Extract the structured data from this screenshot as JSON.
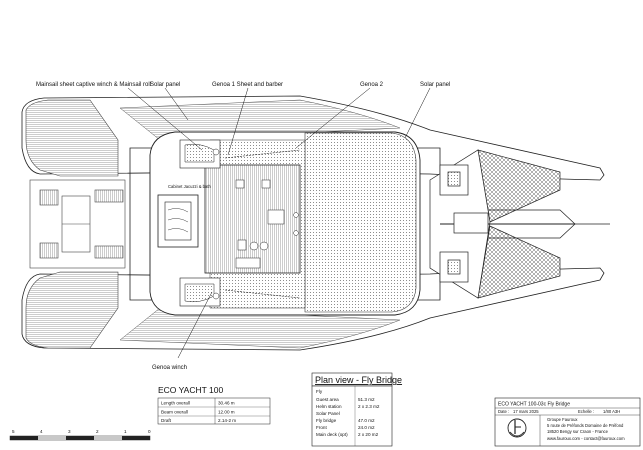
{
  "callouts": {
    "mainsail": "Mainsail sheet captive winch & Mainsail roll",
    "solar_left": "Solar panel",
    "genoa1": "Genoa 1 Sheet and barber",
    "genoa2": "Genoa 2",
    "solar_right": "Solar panel",
    "genoa_winch": "Genoa winch",
    "cabinet_note": "Cabinet Jacuzzi & bath"
  },
  "title": "ECO YACHT 100",
  "dimensions": [
    {
      "label": "Length overall",
      "value": "30.46 m"
    },
    {
      "label": "Beam overall",
      "value": "12.00 m"
    },
    {
      "label": "Draft",
      "value": "2.14-2 m"
    }
  ],
  "plan_view": {
    "title": "Plan view - Fly Bridge",
    "section": "Fly",
    "rows": [
      {
        "label": "Guest area",
        "value": "51.3 m2"
      },
      {
        "label": "Helm station",
        "value": "2 x 2.3 m2"
      },
      {
        "label": "Solar Panel",
        "value": ""
      },
      {
        "label": "Fly bridge",
        "value": "47.0 m2"
      },
      {
        "label": "Front",
        "value": "24.0 m2"
      },
      {
        "label": "Main deck (opt)",
        "value": "2 x 20 m2"
      }
    ]
  },
  "scale_bar": {
    "ticks": [
      "5",
      "4",
      "3",
      "2",
      "1",
      "0"
    ]
  },
  "title_block": {
    "drawing_name": "ECO YACHT 100-03c Fly Bridge",
    "date_label": "Date :",
    "date": "17 mars 2025",
    "scale_label": "Echelle :",
    "scale": "1/80 A3H",
    "company": "Groupe Fauroux",
    "address1": "5 route de Préfonds Domaine de Préfond",
    "address2": "18520 Bengy sur Craon - France",
    "contact": "www.fauroux.com - contact@fauroux.com"
  },
  "colors": {
    "line": "#222222",
    "deck_hatch": "#9a9a9a",
    "net": "#555555"
  }
}
